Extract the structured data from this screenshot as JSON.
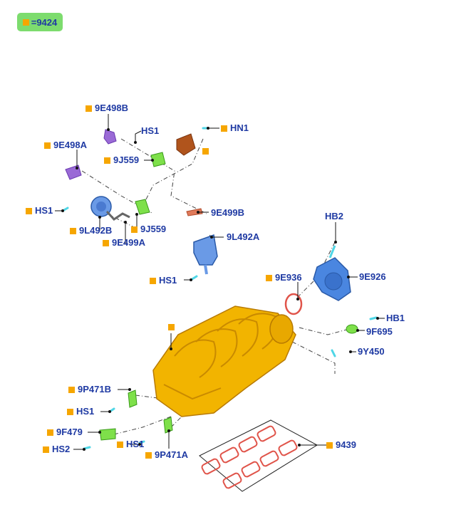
{
  "reference": {
    "number": "9424"
  },
  "colors": {
    "label_text": "#1f3aa3",
    "marker": "#f6a600",
    "badge_bg": "#7ddc6e",
    "manifold": "#f2b400",
    "throttle_body": "#4a86e0",
    "gasket": "#e0544a",
    "sensor": "#7ee04a",
    "fastener": "#4fd6e6",
    "dashed_lines": "#444444"
  },
  "callouts": [
    {
      "id": "9E498B",
      "text": "9E498B"
    },
    {
      "id": "HS1_top",
      "text": "HS1"
    },
    {
      "id": "HN1",
      "text": "HN1"
    },
    {
      "id": "9E498A",
      "text": "9E498A"
    },
    {
      "id": "9J559_top",
      "text": "9J559"
    },
    {
      "id": "blank_top",
      "text": ""
    },
    {
      "id": "HS1_left",
      "text": "HS1"
    },
    {
      "id": "9L492B",
      "text": "9L492B"
    },
    {
      "id": "9J559_low",
      "text": "9J559"
    },
    {
      "id": "9E499A",
      "text": "9E499A"
    },
    {
      "id": "9E499B",
      "text": "9E499B"
    },
    {
      "id": "9L492A",
      "text": "9L492A"
    },
    {
      "id": "HS1_mid",
      "text": "HS1"
    },
    {
      "id": "HB2",
      "text": "HB2"
    },
    {
      "id": "9E936",
      "text": "9E936"
    },
    {
      "id": "9E926",
      "text": "9E926"
    },
    {
      "id": "HB1",
      "text": "HB1"
    },
    {
      "id": "9F695",
      "text": "9F695"
    },
    {
      "id": "9Y450",
      "text": "9Y450"
    },
    {
      "id": "blank_manifold",
      "text": ""
    },
    {
      "id": "9P471B",
      "text": "9P471B"
    },
    {
      "id": "HS1_low",
      "text": "HS1"
    },
    {
      "id": "9F479",
      "text": "9F479"
    },
    {
      "id": "HS1_bottom",
      "text": "HS1"
    },
    {
      "id": "9P471A",
      "text": "9P471A"
    },
    {
      "id": "HS2",
      "text": "HS2"
    },
    {
      "id": "9439",
      "text": "9439"
    }
  ]
}
